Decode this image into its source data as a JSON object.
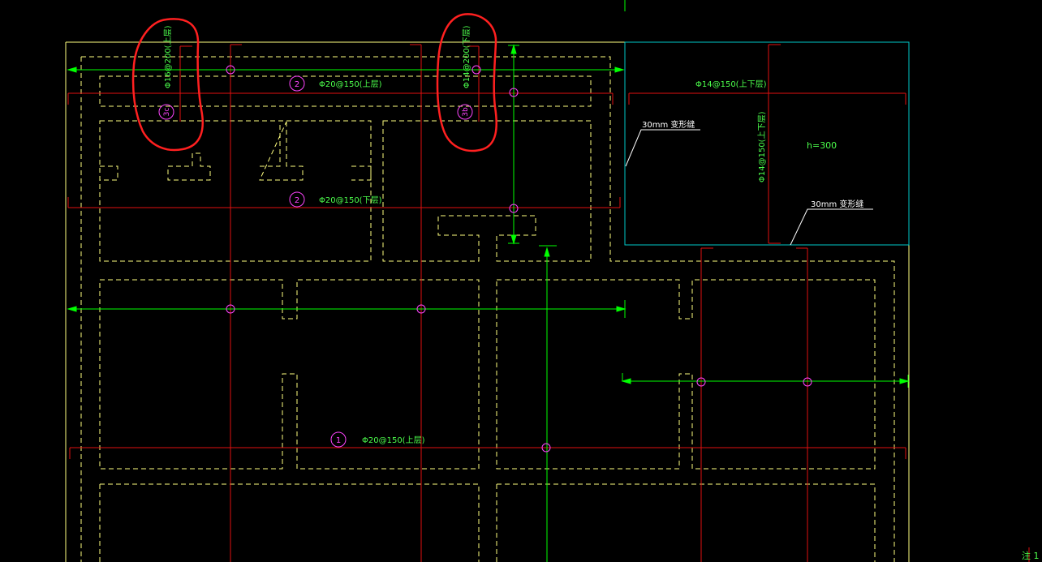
{
  "colors": {
    "background": "#000000",
    "slab_outline": "#ffff80",
    "dashed_beam": "#ffff80",
    "rebar_line": "#e01010",
    "dimension_line": "#00ff00",
    "panel_border": "#00c8c8",
    "marker_circle": "#ff44ff",
    "annotation_text": "#4cff4c",
    "highlight_ink": "#ff2020"
  },
  "labels": {
    "rebar_top_row": "Φ20@150(上层)",
    "rebar_mid_row": "Φ20@150(下层)",
    "rebar_bottom_row": "Φ20@150(上层)",
    "vertical_left": "Φ16@200(上层)",
    "vertical_mid": "Φ14@200(下层)",
    "panel_horizontal": "Φ14@150(上下层)",
    "panel_vertical": "Φ14@150(上下层)",
    "panel_height": "h=300",
    "panel_note_top": "30mm 变形缝",
    "panel_note_bottom": "30mm 变形缝",
    "corner_text": "注 1"
  },
  "markers": {
    "top_row": "2",
    "mid_row": "2",
    "bottom_row": "1",
    "vertical_left": "3c",
    "vertical_mid": "3b"
  },
  "highlights": {
    "left_loop": "red-circle-annotation",
    "mid_loop": "red-circle-annotation"
  }
}
